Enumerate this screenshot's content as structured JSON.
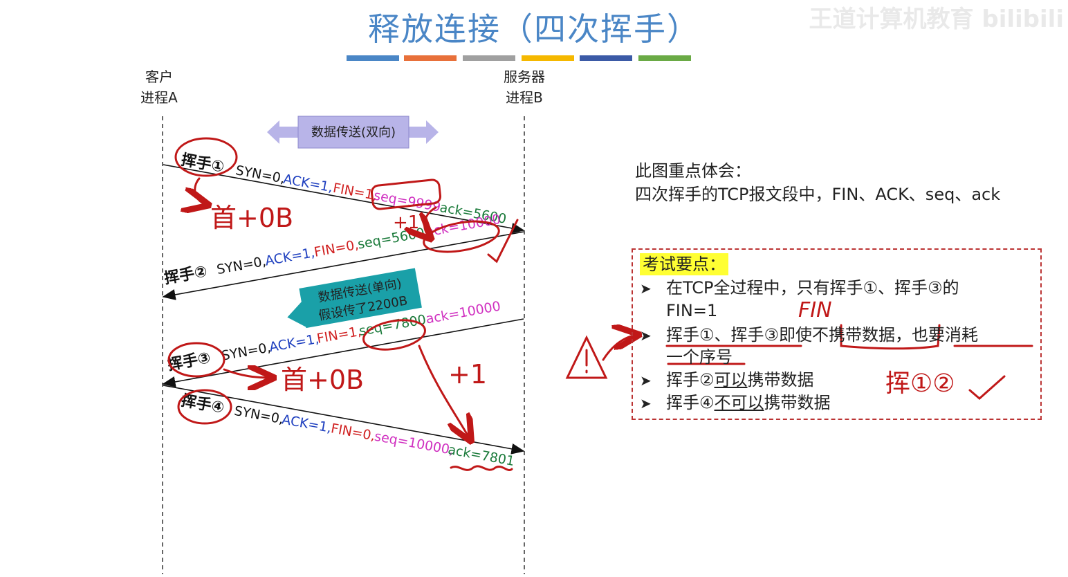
{
  "title": "释放连接（四次挥手）",
  "watermark": "王道计算机教育 bilibili",
  "color_bar": [
    "#4a86c6",
    "#e8703a",
    "#a0a0a0",
    "#f5b800",
    "#3b5aa6",
    "#6aaa45"
  ],
  "client": {
    "line1": "客户",
    "line2": "进程A"
  },
  "server": {
    "line1": "服务器",
    "line2": "进程B"
  },
  "transfer_both": "数据传送(双向)",
  "transfer_one": {
    "line1": "数据传送(单向)",
    "line2": "假设传了2200B"
  },
  "wave1": {
    "label": "挥手①",
    "syn": "SYN=0,",
    "ack_flag": "ACK=1,",
    "fin": "FIN=1,",
    "seq": "seq=9999",
    "ack": "ack=5600"
  },
  "wave2": {
    "label": "挥手②",
    "syn": "SYN=0,",
    "ack_flag": "ACK=1,",
    "fin": "FIN=0,",
    "seq": "seq=5600,",
    "ack": "ack=10000"
  },
  "wave3": {
    "label": "挥手③",
    "syn": "SYN=0,",
    "ack_flag": "ACK=1,",
    "fin": "FIN=1,",
    "seq": "seq=7800",
    "ack": "ack=10000"
  },
  "wave4": {
    "label": "挥手④",
    "syn": "SYN=0,",
    "ack_flag": "ACK=1,",
    "fin": "FIN=0,",
    "seq": "seq=10000,",
    "ack": "ack=7801"
  },
  "annotations": {
    "a1": "首+0B",
    "a2": "+1",
    "a3": "首+0B",
    "a4": "+1",
    "fin": "FIN",
    "wave12": "挥①②"
  },
  "notes": {
    "line1": "此图重点体会：",
    "line2": "四次挥手的TCP报文段中，FIN、ACK、seq、ack"
  },
  "key_points": {
    "title": "考试要点：",
    "b1_line1": "在TCP全过程中，只有挥手①、挥手③的",
    "b1_line2": "FIN=1",
    "b2_a": "挥手①、挥手③",
    "b2_b": "即使",
    "b2_c": "不携带数据",
    "b2_d": "，也要消耗",
    "b2_line2": "一个序号",
    "b3_a": "挥手②",
    "b3_b": "可以",
    "b3_c": "携带数据",
    "b4_a": "挥手④",
    "b4_b": "不可以",
    "b4_c": "携带数据"
  }
}
